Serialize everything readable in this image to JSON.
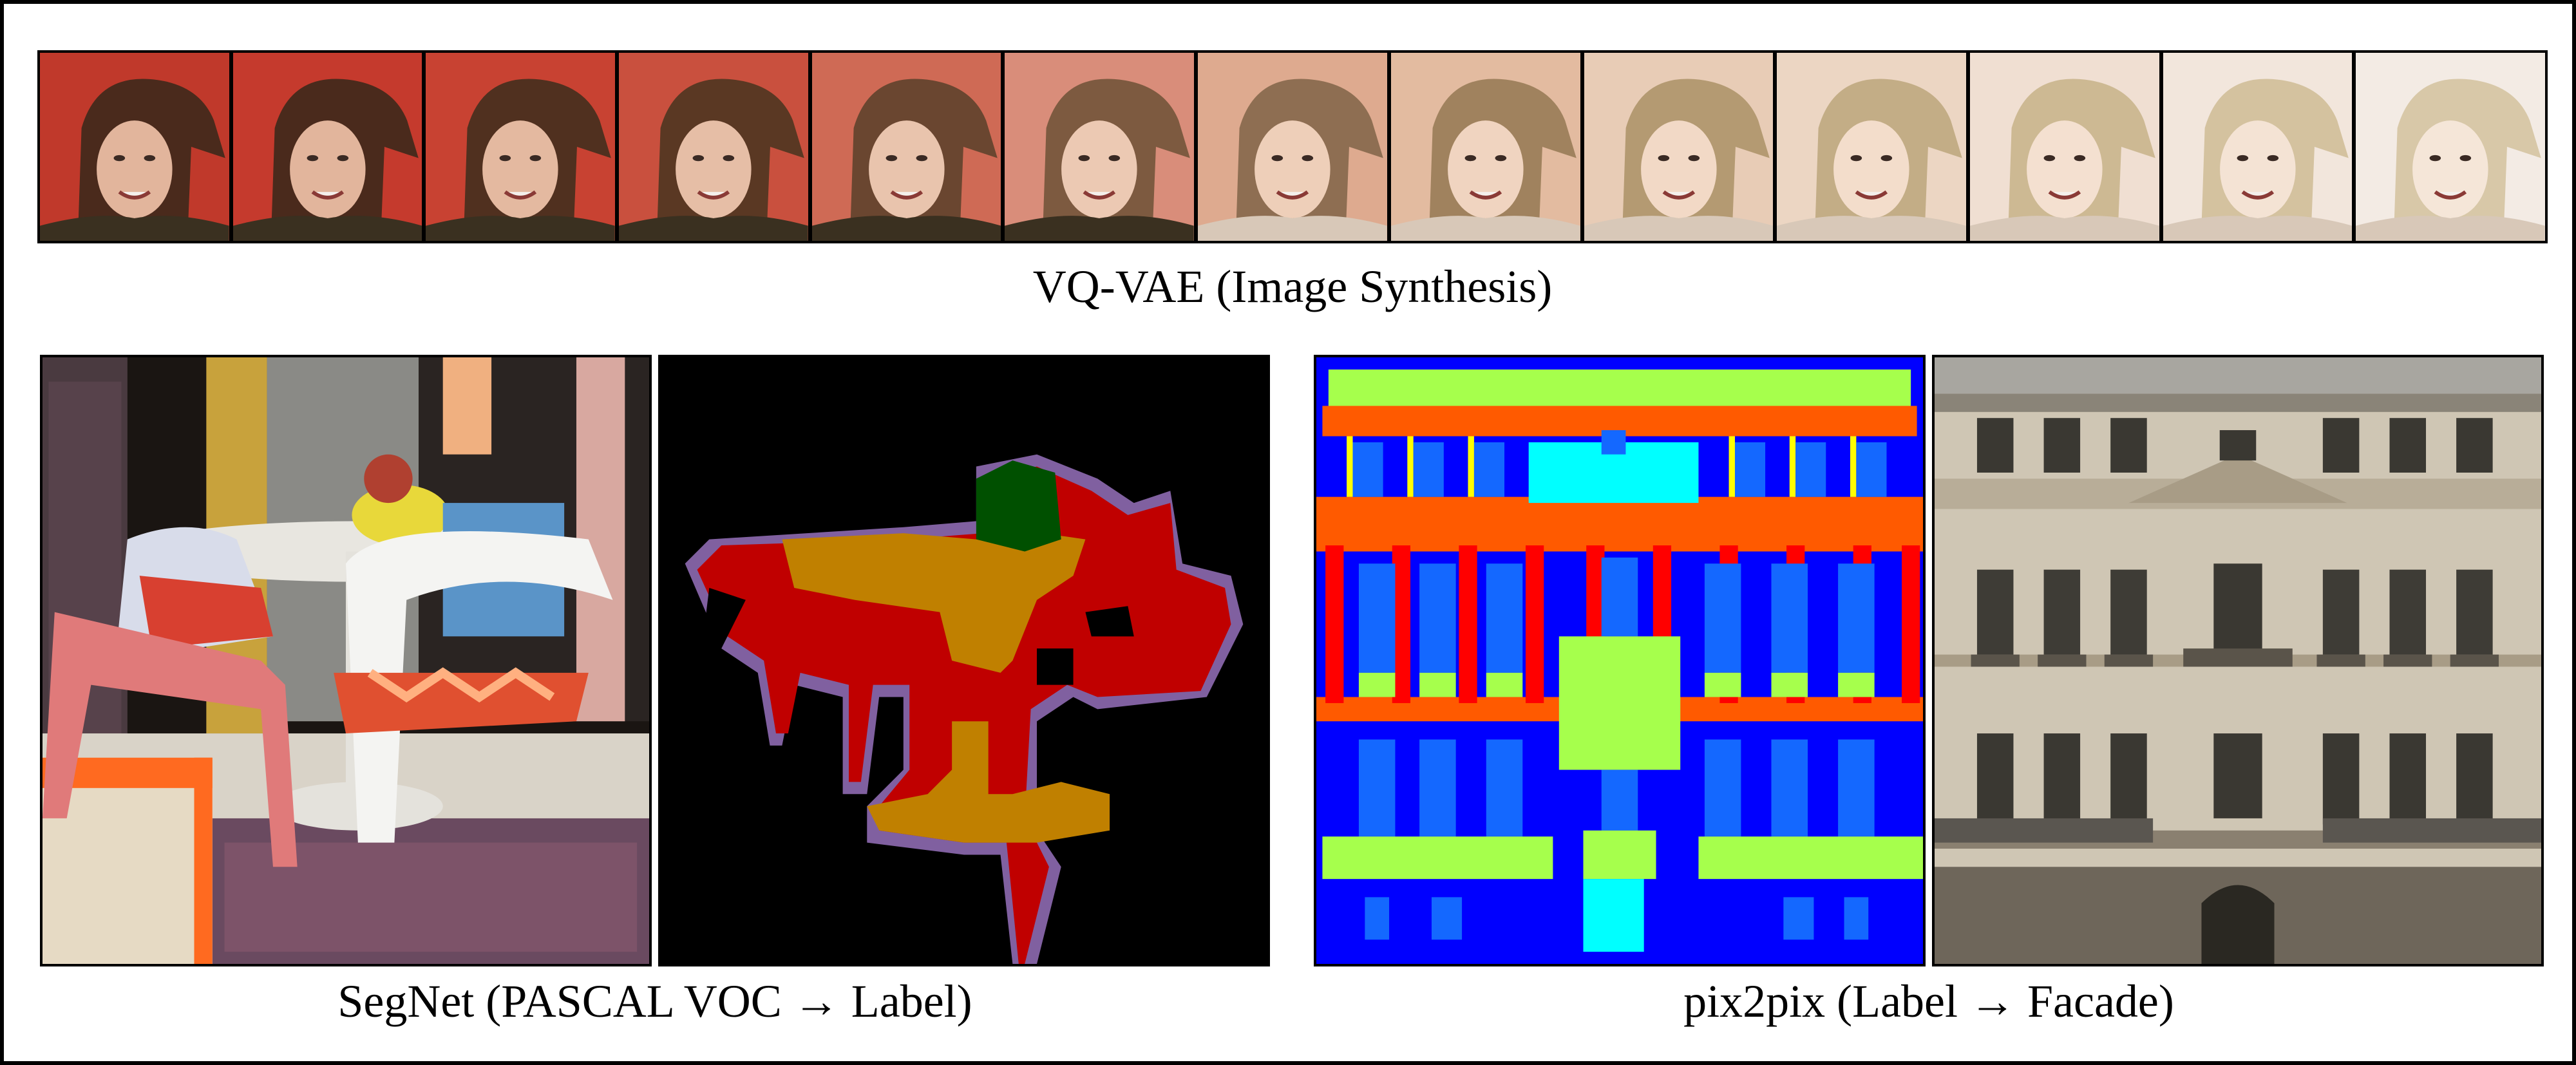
{
  "captions": {
    "vqvae": "VQ-VAE (Image Synthesis)",
    "segnet": "SegNet (PASCAL VOC → Label)",
    "pix2pix": "pix2pix (Label → Facade)"
  },
  "vqvae_strip": {
    "frame_count": 13,
    "backgrounds": [
      "#c0392b",
      "#c53a2d",
      "#c84232",
      "#c9503e",
      "#cf6a55",
      "#d98d7a",
      "#deaa8f",
      "#e3bba0",
      "#e8ccb6",
      "#ecd6c3",
      "#f0dfd2",
      "#f2e6dc",
      "#f3ebe4"
    ],
    "hair": [
      "#4a2a1c",
      "#4a2a1c",
      "#50301f",
      "#5a3823",
      "#6a4630",
      "#7d5a40",
      "#8e6e52",
      "#a0825e",
      "#b49a72",
      "#c3ad86",
      "#cdb993",
      "#d4c29f",
      "#d8c8a8"
    ],
    "skin": [
      "#e2b59c",
      "#e2b59c",
      "#e4b9a0",
      "#e6bea6",
      "#e9c4ad",
      "#ecc9b3",
      "#eecfb9",
      "#f0d4c0",
      "#f2d9c6",
      "#f3ddcb",
      "#f4e0d0",
      "#f4e3d4",
      "#f5e6d8"
    ]
  },
  "colors": {
    "seg_background": "#000000",
    "seg_table": "#c00000",
    "seg_chair": "#c08000",
    "seg_plant": "#005000",
    "seg_edge": "#8060a0",
    "facade_background": "#0000ff",
    "facade_window": "#1468ff",
    "facade_cornice": "#ff5a00",
    "facade_pillar": "#ff0000",
    "facade_balcony": "#a6ff4c",
    "facade_shop": "#00ffff",
    "facade_sill": "#ffff00"
  }
}
